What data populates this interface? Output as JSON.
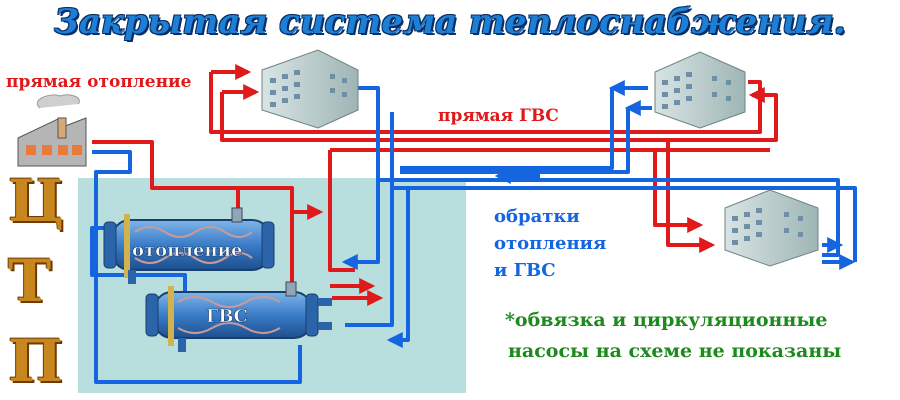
{
  "title": "Закрытая система теплоснабжения.",
  "labels": {
    "heating_supply": "прямая отопление",
    "dhw_supply": "прямая ГВС",
    "returns_line1": "обратки",
    "returns_line2": "отопления",
    "returns_line3": "и ГВС",
    "note_line1": "*обвязка и циркуляционные",
    "note_line2": "насосы на схеме не показаны"
  },
  "ctp": {
    "letter1": "Ц",
    "letter2": "Т",
    "letter3": "П"
  },
  "heat_exchangers": {
    "heating_label": "отопление",
    "dhw_label": "ГВС"
  },
  "colors": {
    "supply": "#e0191b",
    "return": "#1565e0",
    "substation_bg": "#b9dede",
    "title": "#1e7fd6",
    "note": "#1e8a1e"
  }
}
